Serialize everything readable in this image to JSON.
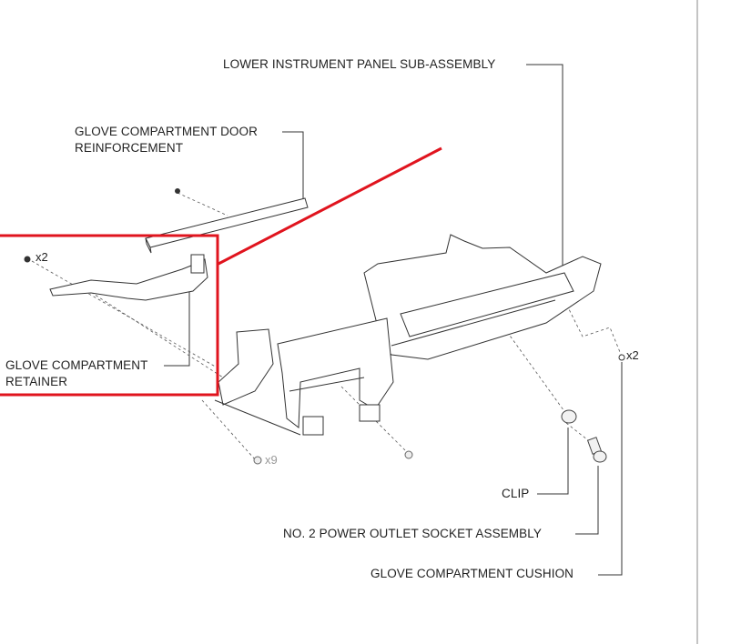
{
  "labels": {
    "lower_panel": "LOWER INSTRUMENT PANEL SUB-ASSEMBLY",
    "door_reinforcement_1": "GLOVE COMPARTMENT DOOR",
    "door_reinforcement_2": "REINFORCEMENT",
    "retainer_1": "GLOVE COMPARTMENT",
    "retainer_2": "RETAINER",
    "clip": "CLIP",
    "power_outlet": "NO. 2 POWER OUTLET SOCKET ASSEMBLY",
    "cushion": "GLOVE COMPARTMENT CUSHION"
  },
  "quantities": {
    "retainer_screws": "x2",
    "cushion_qty": "x2",
    "panel_screws": "x9"
  },
  "colors": {
    "highlight": "#e0141e",
    "line": "#333333",
    "border": "#888888"
  }
}
